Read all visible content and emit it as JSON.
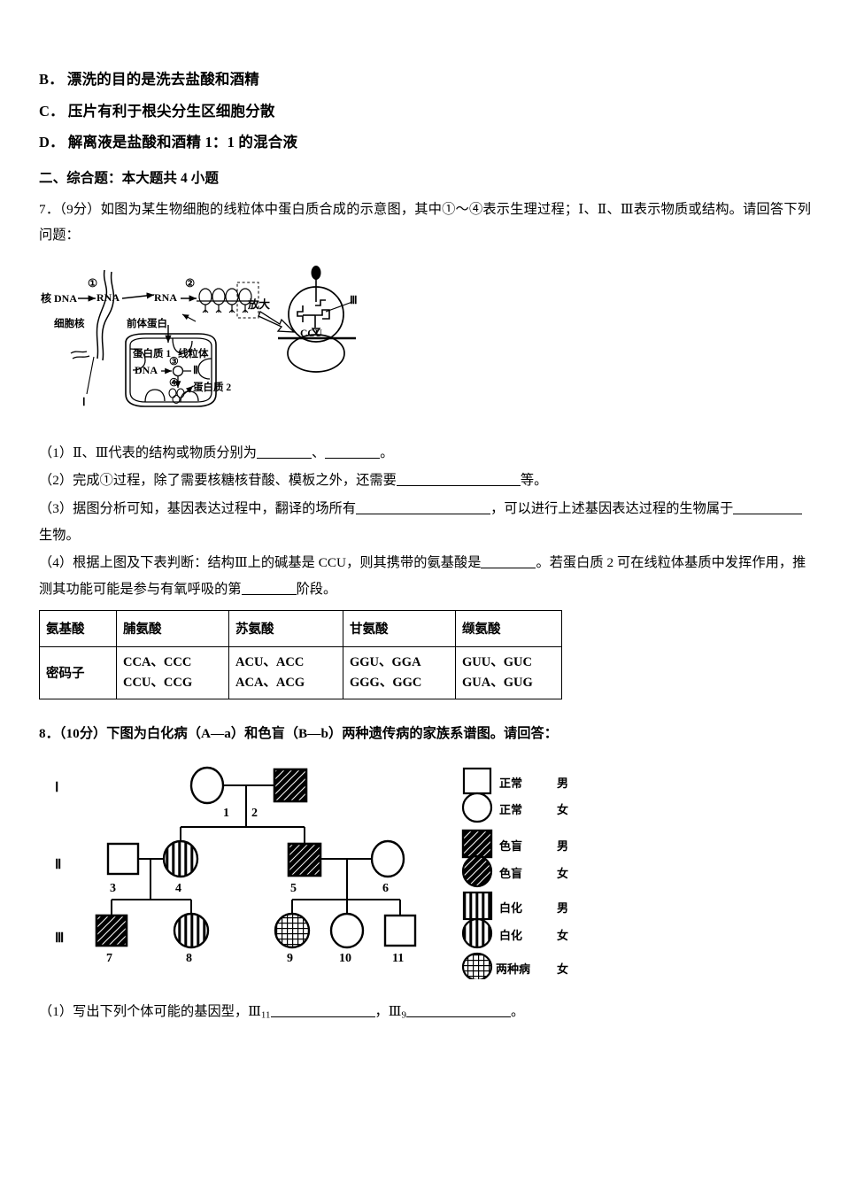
{
  "choices": [
    {
      "letter": "B．",
      "text": "漂洗的目的是洗去盐酸和酒精"
    },
    {
      "letter": "C．",
      "text": "压片有利于根尖分生区细胞分散"
    },
    {
      "letter": "D．",
      "text": "解离液是盐酸和酒精 1：1 的混合液"
    }
  ],
  "section_header": "二、综合题：本大题共 4 小题",
  "q7": {
    "number": "7．",
    "score": "（9分）",
    "stem": "如图为某生物细胞的线粒体中蛋白质合成的示意图，其中①～④表示生理过程；Ⅰ、Ⅱ、Ⅲ表示物质或结构。请回答下列问题：",
    "figure": {
      "name": "mitochondrial-protein-synthesis-diagram",
      "labels": {
        "nuclear_dna": "核 DNA",
        "rna1": "RNA",
        "rna2": "RNA",
        "step1": "①",
        "step2": "②",
        "step3": "③",
        "step4": "④",
        "nucleus": "细胞核",
        "precursor_protein": "前体蛋白",
        "protein1": "蛋白质 1",
        "mitochondrion": "线粒体",
        "mito_dna": "DNA",
        "protein2": "蛋白质 2",
        "magnify": "放大",
        "anticodon": "CCU",
        "label_I": "Ⅰ",
        "label_II": "Ⅱ",
        "label_III": "Ⅲ"
      }
    },
    "sub_questions": [
      "（1）Ⅱ、Ⅲ代表的结构或物质分别为",
      "（2）完成①过程，除了需要核糖核苷酸、模板之外，还需要",
      "（3）据图分析可知，基因表达过程中，翻译的场所有",
      "（4）根据上图及下表判断：结构Ⅲ上的碱基是 CCU，则其携带的氨基酸是"
    ],
    "sub1_a": "（1）Ⅱ、Ⅲ代表的结构或物质分别为",
    "sub1_b": "、",
    "sub1_c": "。",
    "sub2_a": "（2）完成①过程，除了需要核糖核苷酸、模板之外，还需要",
    "sub2_b": "等。",
    "sub3_a": "（3）据图分析可知，基因表达过程中，翻译的场所有",
    "sub3_b": "，可以进行上述基因表达过程的生物属于",
    "sub3_c": "生物。",
    "sub4_a": "（4）根据上图及下表判断：结构Ⅲ上的碱基是 CCU，则其携带的氨基酸是",
    "sub4_b": "。若蛋白质 2 可在线粒体基质中发挥作用，推测其功能可能是参与有氧呼吸的第",
    "sub4_c": "阶段。"
  },
  "codon_table": {
    "name": "codon-table",
    "row_headers": [
      "氨基酸",
      "密码子"
    ],
    "columns": [
      "脯氨酸",
      "苏氨酸",
      "甘氨酸",
      "缬氨酸"
    ],
    "codons": [
      {
        "amino_acid": "脯氨酸",
        "line1": "CCA、CCC",
        "line2": "CCU、CCG"
      },
      {
        "amino_acid": "苏氨酸",
        "line1": "ACU、ACC",
        "line2": "ACA、ACG"
      },
      {
        "amino_acid": "甘氨酸",
        "line1": "GGU、GGA",
        "line2": "GGG、GGC"
      },
      {
        "amino_acid": "缬氨酸",
        "line1": "GUU、GUC",
        "line2": "GUA、GUG"
      }
    ]
  },
  "q8": {
    "number": "8．",
    "score": "（10分）",
    "stem": "下图为白化病（A—a）和色盲（B—b）两种遗传病的家族系谱图。请回答：",
    "pedigree": {
      "name": "pedigree-chart",
      "generations": [
        "Ⅰ",
        "Ⅱ",
        "Ⅲ"
      ],
      "individuals": [
        {
          "id": "1",
          "gen": "I",
          "sex": "female",
          "status": "normal"
        },
        {
          "id": "2",
          "gen": "I",
          "sex": "male",
          "status": "colorblind"
        },
        {
          "id": "3",
          "gen": "II",
          "sex": "male",
          "status": "normal"
        },
        {
          "id": "4",
          "gen": "II",
          "sex": "female",
          "status": "albino"
        },
        {
          "id": "5",
          "gen": "II",
          "sex": "male",
          "status": "colorblind"
        },
        {
          "id": "6",
          "gen": "II",
          "sex": "female",
          "status": "normal"
        },
        {
          "id": "7",
          "gen": "III",
          "sex": "male",
          "status": "colorblind"
        },
        {
          "id": "8",
          "gen": "III",
          "sex": "female",
          "status": "albino"
        },
        {
          "id": "9",
          "gen": "III",
          "sex": "female",
          "status": "both"
        },
        {
          "id": "10",
          "gen": "III",
          "sex": "female",
          "status": "normal"
        },
        {
          "id": "11",
          "gen": "III",
          "sex": "male",
          "status": "normal"
        }
      ],
      "legend": [
        {
          "symbol": "square-empty",
          "label": "正常",
          "sex": "男"
        },
        {
          "symbol": "circle-empty",
          "label": "正常",
          "sex": "女"
        },
        {
          "symbol": "square-hatched",
          "label": "色盲",
          "sex": "男"
        },
        {
          "symbol": "circle-hatched",
          "label": "色盲",
          "sex": "女"
        },
        {
          "symbol": "square-vstriped",
          "label": "白化",
          "sex": "男"
        },
        {
          "symbol": "circle-vstriped",
          "label": "白化",
          "sex": "女"
        },
        {
          "symbol": "circle-grid",
          "label": "两种病",
          "sex": "女"
        }
      ]
    },
    "sub1_a": "（1）写出下列个体可能的基因型，Ⅲ",
    "sub1_sub1": "11",
    "sub1_b": "，Ⅲ",
    "sub1_sub2": "9",
    "sub1_c": "。"
  }
}
